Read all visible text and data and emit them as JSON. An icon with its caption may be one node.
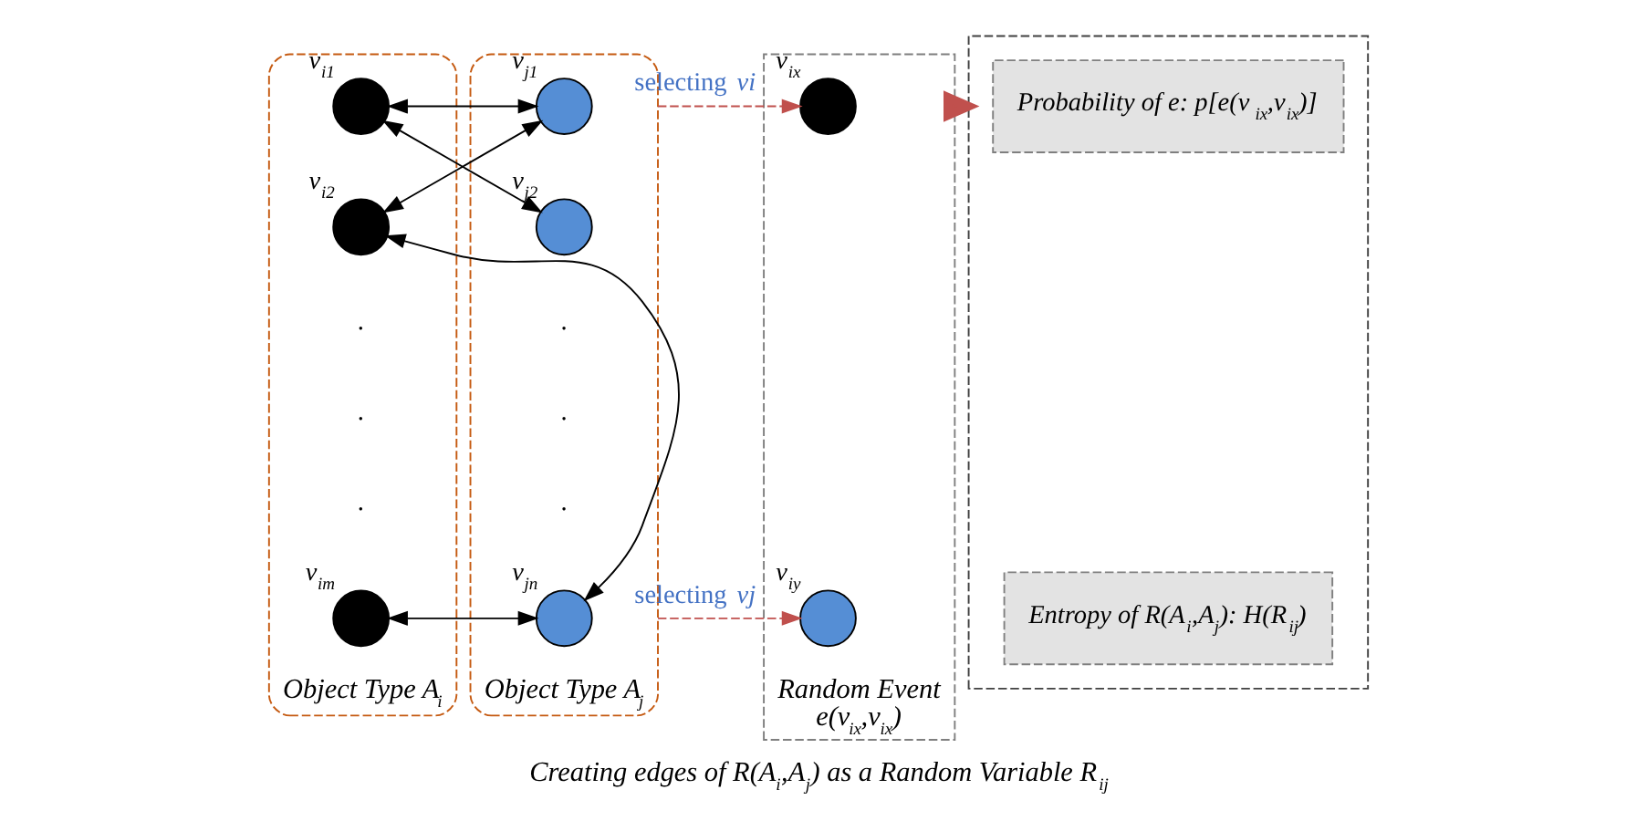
{
  "diagram": {
    "caption": "Creating edges of R(A$_{i}$,A$_{j}$) as a Random Variable R$_{ij}$",
    "nodes": [
      {
        "text": [
          "Object Type A$_{i}$"
        ]
      },
      {
        "text": [],
        "shape": "circle",
        "in": 0,
        "beside": [
          "v$_{i1}$"
        ]
      },
      {
        "text": [],
        "shape": "circle",
        "in": 0,
        "beside": [
          "v$_{i2}$"
        ]
      },
      {
        "text": [],
        "shape": "circle",
        "in": 0,
        "beside": [
          "v$_{im}$"
        ]
      },
      {
        "text": [
          "Object Type A$_{j}$"
        ]
      },
      {
        "text": [],
        "shape": "circle",
        "in": 4,
        "beside": [
          "v$_{j1}$"
        ]
      },
      {
        "text": [],
        "shape": "circle",
        "in": 4,
        "beside": [
          "v$_{j2}$"
        ]
      },
      {
        "text": [],
        "shape": "circle",
        "in": 4,
        "beside": [
          "v$_{jn}$"
        ]
      },
      {
        "text": [
          "Random Event",
          "e(v$_{ix}$,v$_{ix}$)"
        ]
      },
      {
        "text": [],
        "shape": "circle",
        "in": 8,
        "beside": [
          "v$_{ix}$"
        ]
      },
      {
        "text": [],
        "shape": "circle",
        "in": 8,
        "beside": [
          "v$_{iy}$"
        ]
      },
      {
        "text": [],
        "shape": "box"
      },
      {
        "text": [
          "Probability of e: p[e(v$_{ix}$,v$_{ix}$)]"
        ],
        "in": 11
      },
      {
        "text": [
          "Entropy of R(A$_{i}$,A$_{j}$): H(R$_{ij}$)"
        ],
        "in": 11
      }
    ],
    "edges": [
      {
        "from": 1,
        "to": 5,
        "arrow": "both"
      },
      {
        "from": 1,
        "to": 6,
        "arrow": "both"
      },
      {
        "from": 2,
        "to": 5,
        "arrow": "both"
      },
      {
        "from": 2,
        "to": 7,
        "arrow": "both"
      },
      {
        "from": 3,
        "to": 7,
        "arrow": "both"
      },
      {
        "from": 4,
        "to": 9,
        "arrow": "to",
        "label": "selecting *vi*",
        "style": "dashed",
        "color": "#c0504d"
      },
      {
        "from": 4,
        "to": 10,
        "arrow": "to",
        "label": "selecting *vj*",
        "style": "dashed",
        "color": "#c0504d"
      },
      {
        "from": 8,
        "to": 11,
        "arrow": "to",
        "style": "thick",
        "color": "#c0504d"
      }
    ],
    "labels": [
      ".",
      ".",
      ".",
      ".",
      ".",
      "."
    ]
  }
}
